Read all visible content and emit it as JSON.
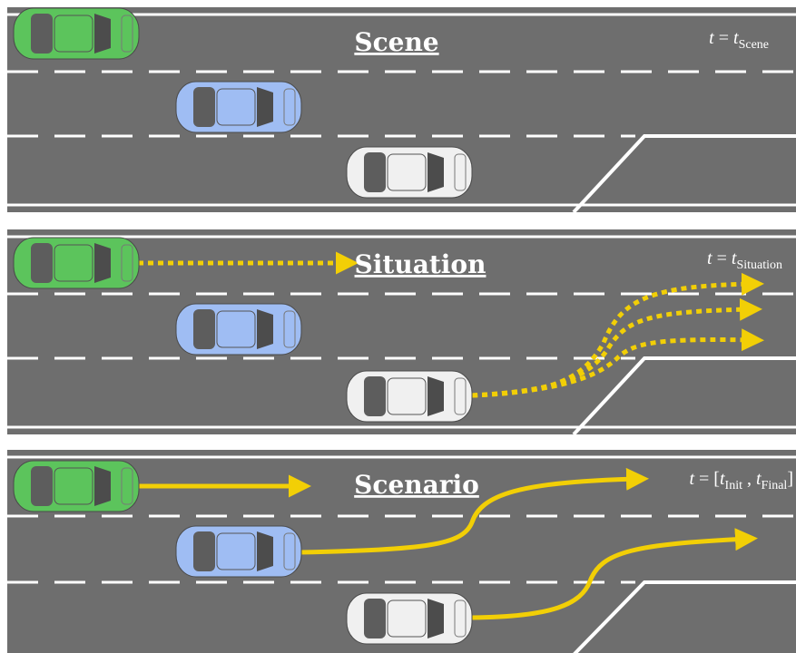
{
  "colors": {
    "road": "#6e6e6e",
    "marking": "#ffffff",
    "trajectory": "#f2cf06",
    "car_green": "#5cc45c",
    "car_blue": "#9fbdf3",
    "car_white": "#f0f0f0"
  },
  "panels": [
    {
      "id": "scene",
      "title": "Scene",
      "time": {
        "t": "t",
        "eq": " = ",
        "var": "t",
        "sub": "Scene"
      },
      "trajectory_style": "none"
    },
    {
      "id": "situation",
      "title": "Situation",
      "time": {
        "t": "t",
        "eq": " = ",
        "var": "t",
        "sub": "Situation"
      },
      "trajectory_style": "dotted"
    },
    {
      "id": "scenario",
      "title": "Scenario",
      "time": {
        "t": "t",
        "eq": " = [",
        "var1": "t",
        "sub1": "Init",
        "sep": " , ",
        "var2": "t",
        "sub2": "Final",
        "close": "]"
      },
      "trajectory_style": "solid"
    }
  ],
  "cars": [
    {
      "name": "green-car",
      "color": "car_green"
    },
    {
      "name": "blue-car",
      "color": "car_blue"
    },
    {
      "name": "white-car",
      "color": "car_white"
    }
  ]
}
